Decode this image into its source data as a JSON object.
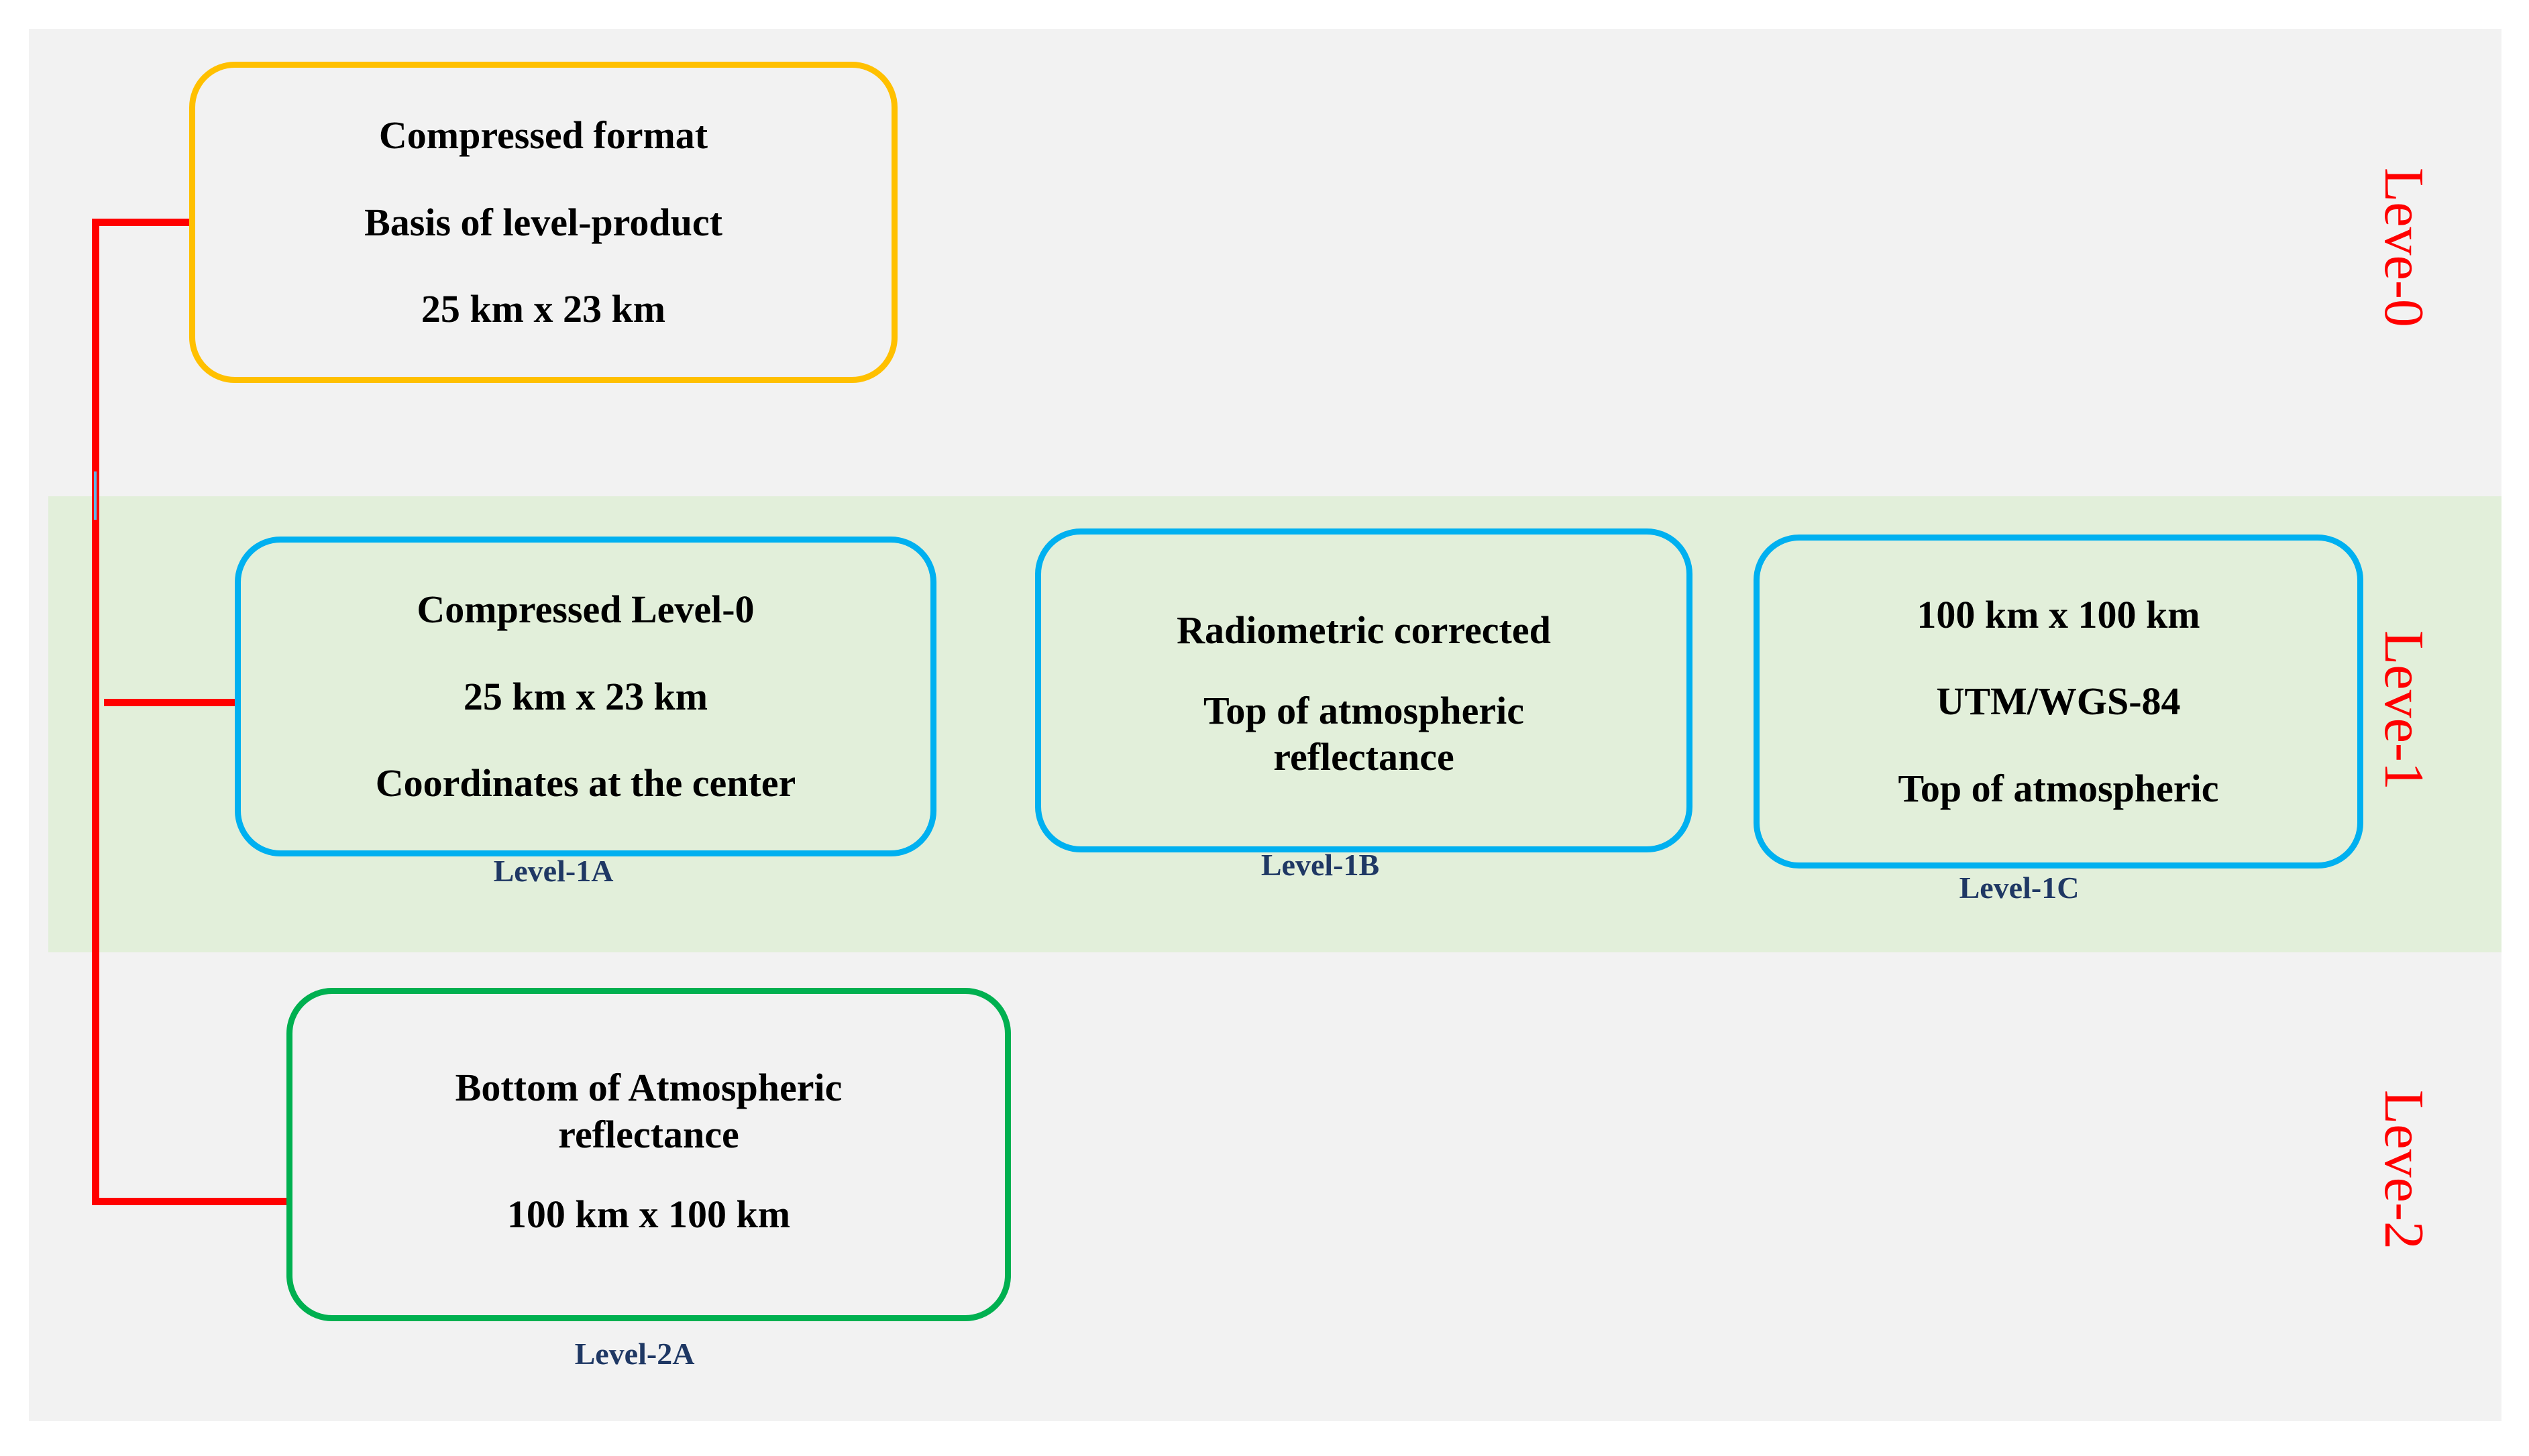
{
  "diagram": {
    "level_labels": [
      "Leve-0",
      "Leve-1",
      "Leve-2"
    ],
    "level0": {
      "lines": [
        "Compressed format",
        "Basis of level-product",
        "25 km x 23 km"
      ]
    },
    "level1a": {
      "lines": [
        "Compressed Level-0",
        "25 km x 23 km",
        "Coordinates at the center"
      ],
      "caption": "Level-1A"
    },
    "level1b": {
      "lines": [
        "Radiometric corrected",
        "Top of atmospheric reflectance"
      ],
      "caption": "Level-1B"
    },
    "level1c": {
      "lines": [
        "100 km x 100 km",
        "UTM/WGS-84",
        "Top of atmospheric"
      ],
      "caption": "Level-1C"
    },
    "level2a": {
      "lines": [
        "Bottom of Atmospheric reflectance",
        "100 km x 100 km"
      ],
      "caption": "Level-2A"
    },
    "colors": {
      "level0_border": "#ffc000",
      "level1_border": "#00b0f0",
      "level2_border": "#00b050",
      "connector": "#ff0000",
      "level_label": "#ff0000",
      "caption": "#1f3864",
      "level1_band": "#e2efda",
      "background": "#f2f2f2"
    }
  }
}
